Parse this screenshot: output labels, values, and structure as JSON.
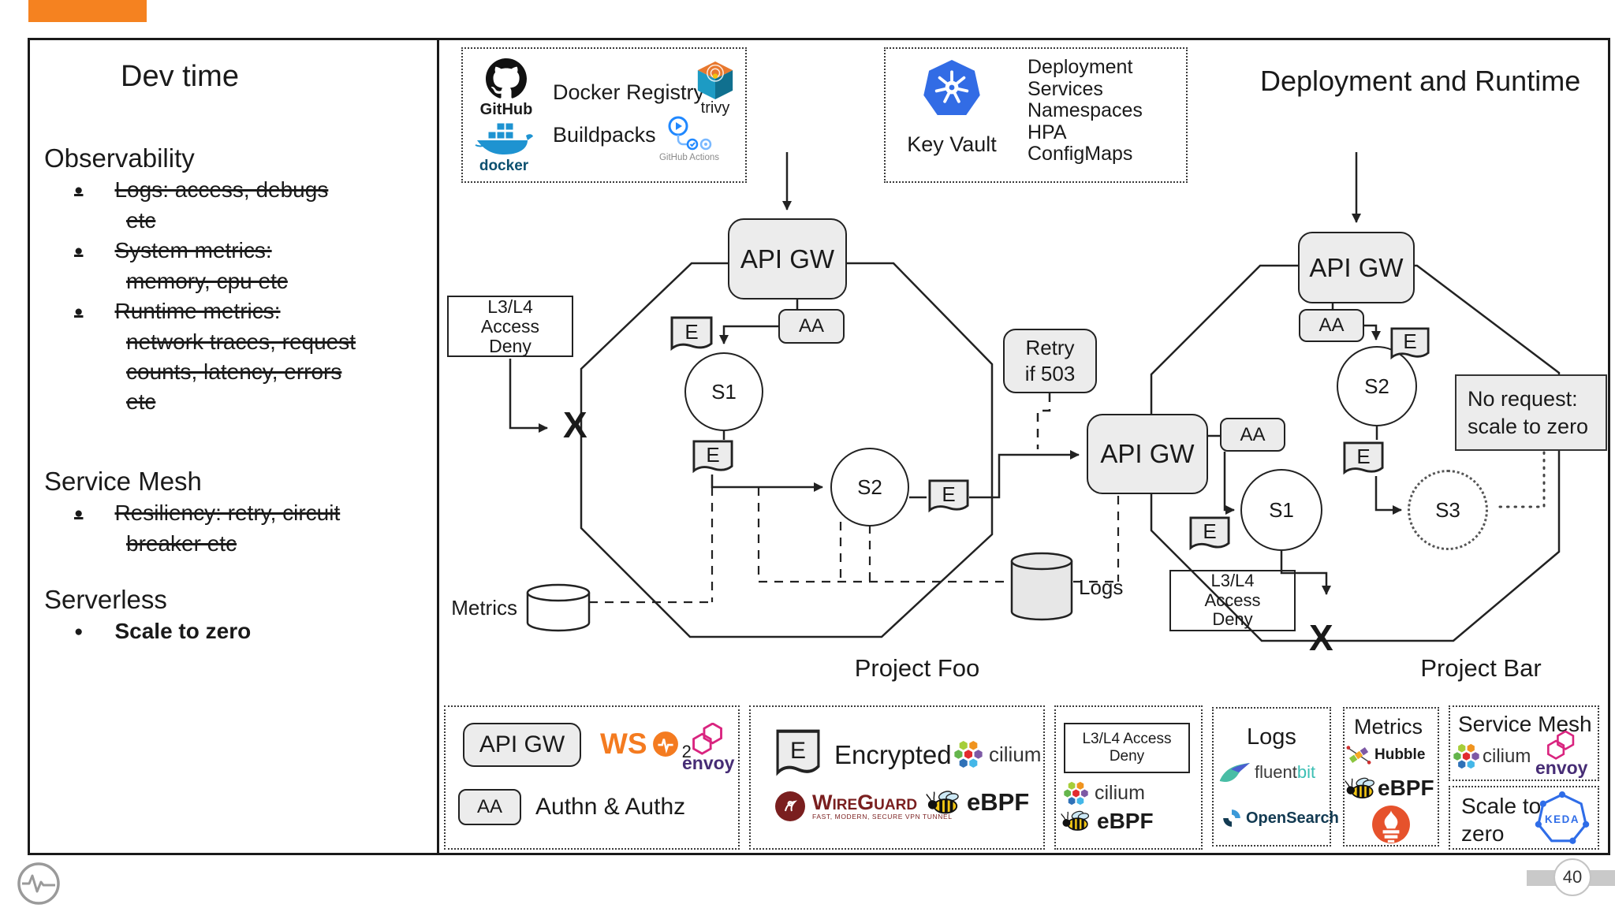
{
  "accent_color": "#f58220",
  "header": {
    "title": "Deployment and Runtime"
  },
  "left_panel": {
    "title": "Dev time",
    "observability_heading": "Observability",
    "observability_items": [
      "Logs: access, debugs etc",
      "System metrics: memory, cpu etc",
      "Runtime metrics: network traces, request counts, latency, errors etc"
    ],
    "service_mesh_heading": "Service Mesh",
    "service_mesh_items": [
      "Resiliency: retry, circuit breaker etc"
    ],
    "serverless_heading": "Serverless",
    "serverless_items": [
      "Scale to zero"
    ]
  },
  "pipeline_box": {
    "github": "GitHub",
    "docker_registry": "Docker Registry",
    "trivy": "trivy",
    "docker": "docker",
    "buildpacks": "Buildpacks",
    "github_actions": "GitHub Actions"
  },
  "k8s_box": {
    "key_vault": "Key Vault",
    "resources": [
      "Deployment",
      "Services",
      "Namespaces",
      "HPA",
      "ConfigMaps"
    ]
  },
  "labels": {
    "api_gw": "API GW",
    "aa": "AA",
    "e": "E",
    "x": "X",
    "s1": "S1",
    "s2": "S2",
    "s3": "S3"
  },
  "foo": {
    "label": "Project Foo",
    "access_deny": [
      "L3/L4",
      "Access",
      "Deny"
    ],
    "retry": [
      "Retry",
      "if 503"
    ],
    "metrics": "Metrics",
    "logs": "Logs"
  },
  "bar": {
    "label": "Project Bar",
    "access_deny": [
      "L3/L4",
      "Access",
      "Deny"
    ],
    "no_request": [
      "No request:",
      "scale to zero"
    ]
  },
  "legend": {
    "wso2": "WS",
    "wso2_sub": "2",
    "envoy": "envoy",
    "authn": "Authn & Authz",
    "encrypted": "Encrypted",
    "cilium": "cilium",
    "wireguard": "WireGuard",
    "wireguard_tagline": "FAST, MODERN, SECURE VPN TUNNEL",
    "ebpf": "eBPF",
    "access_deny_line1": "L3/L4 Access",
    "access_deny_line2": "Deny",
    "logs_title": "Logs",
    "fluent": "fluent",
    "bit": "bit",
    "opensearch": "OpenSearch",
    "metrics_title": "Metrics",
    "hubble": "Hubble",
    "service_mesh_title": "Service Mesh",
    "scale_line1": "Scale to",
    "scale_line2": "zero",
    "keda": "KEDA"
  },
  "footer": {
    "page_number": "40"
  }
}
